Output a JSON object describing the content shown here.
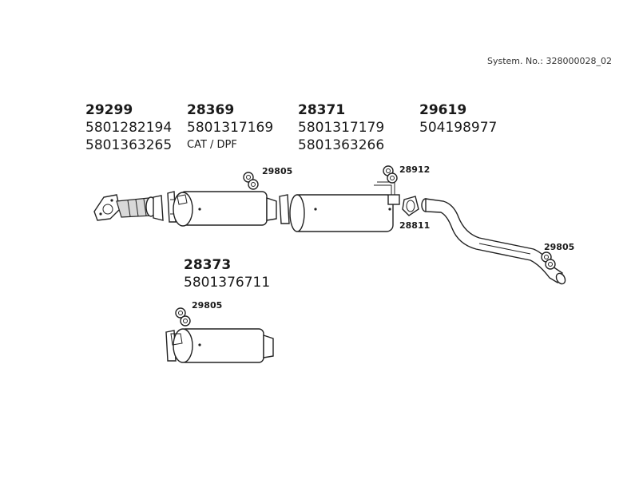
{
  "system_no": "System. No.: 328000028_02",
  "parts": [
    {
      "number": "29299",
      "refs": [
        "5801282194",
        "5801363265"
      ]
    },
    {
      "number": "28369",
      "refs": [
        "5801317169"
      ],
      "note": "CAT / DPF"
    },
    {
      "number": "28371",
      "refs": [
        "5801317179",
        "5801363266"
      ]
    },
    {
      "number": "29619",
      "refs": [
        "504198977"
      ]
    },
    {
      "number": "28373",
      "refs": [
        "5801376711"
      ]
    }
  ],
  "callouts": {
    "c1": "29805",
    "c2": "28912",
    "c3": "28811",
    "c4": "29805",
    "c5": "29805"
  }
}
